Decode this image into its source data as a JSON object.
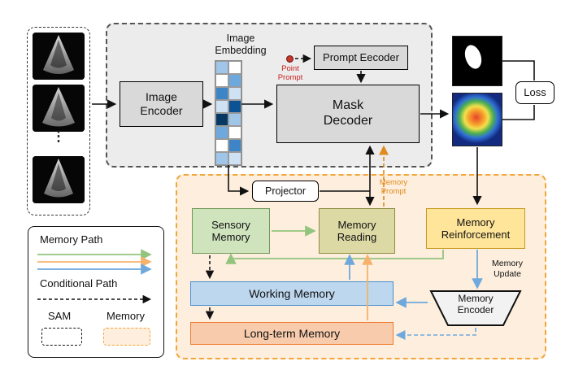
{
  "colors": {
    "sam_bg": "#ececec",
    "memory_bg": "#fdeedd",
    "memory_border": "#f0a63a",
    "box_gray": "#d9d9d9",
    "green_path": "#93c47d",
    "orange_path": "#f6b26b",
    "blue_path": "#6fa8dc",
    "memory_prompt_orange": "#e08b1d",
    "point_prompt_red": "#cc1f1f",
    "sensory_fill": "#cfe3bd",
    "reading_fill": "#dcd9a5",
    "reinforcement_fill": "#ffe599",
    "working_fill": "#bdd7ee",
    "longterm_fill": "#f8cbad"
  },
  "input": {
    "ellipsis": "⋮"
  },
  "sam": {
    "embedding_label": "Image\nEmbedding",
    "image_encoder_label": "Image\nEncoder",
    "point_prompt_label": "Point\nPrompt",
    "prompt_encoder_label": "Prompt Eecoder",
    "mask_decoder_label": "Mask\nDecoder",
    "embedding_cells": [
      "#9fc5e8",
      "#ffffff",
      "#ffffff",
      "#6fa8dc",
      "#3d85c6",
      "#cfe2f3",
      "#cfe2f3",
      "#0b5394",
      "#073763",
      "#9fc5e8",
      "#6fa8dc",
      "#ffffff",
      "#ffffff",
      "#3d85c6",
      "#9fc5e8",
      "#cfe2f3"
    ]
  },
  "output": {
    "loss_label": "Loss"
  },
  "memory": {
    "projector_label": "Projector",
    "memory_prompt_label": "Memory\nPrompt",
    "sensory_label": "Sensory\nMemory",
    "reading_label": "Memory\nReading",
    "reinforcement_label": "Memory\nReinforcement",
    "working_label": "Working Memory",
    "longterm_label": "Long-term Memory",
    "encoder_label": "Memory\nEncoder",
    "update_label": "Memory\nUpdate"
  },
  "legend": {
    "memory_path_label": "Memory Path",
    "conditional_path_label": "Conditional Path",
    "sam_label": "SAM",
    "memory_label": "Memory"
  }
}
